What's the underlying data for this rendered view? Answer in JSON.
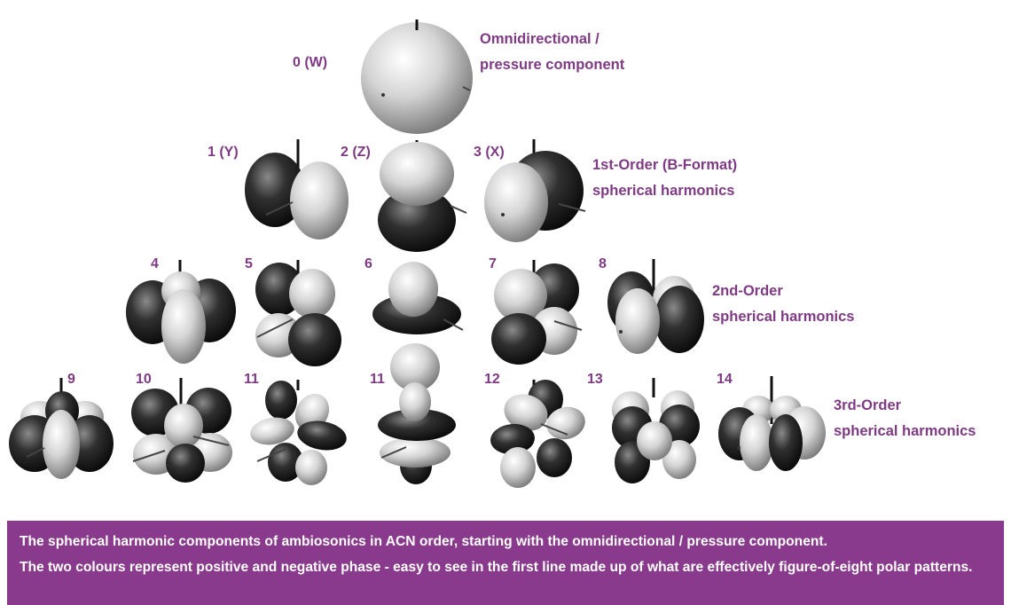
{
  "components": [
    {
      "label": "0 (W)",
      "order": 0
    },
    {
      "label": "1 (Y)",
      "order": 1
    },
    {
      "label": "2 (Z)",
      "order": 1
    },
    {
      "label": "3 (X)",
      "order": 1
    },
    {
      "label": "4",
      "order": 2
    },
    {
      "label": "5",
      "order": 2
    },
    {
      "label": "6",
      "order": 2
    },
    {
      "label": "7",
      "order": 2
    },
    {
      "label": "8",
      "order": 2
    },
    {
      "label": "9",
      "order": 3
    },
    {
      "label": "10",
      "order": 3
    },
    {
      "label": "11",
      "order": 3
    },
    {
      "label": "11",
      "order": 3
    },
    {
      "label": "12",
      "order": 3
    },
    {
      "label": "13",
      "order": 3
    },
    {
      "label": "14",
      "order": 3
    }
  ],
  "orders": [
    {
      "line1": "Omnidirectional /",
      "line2": "pressure component"
    },
    {
      "line1": "1st-Order (B-Format)",
      "line2": "spherical harmonics"
    },
    {
      "line1": "2nd-Order",
      "line2": "spherical harmonics"
    },
    {
      "line1": "3rd-Order",
      "line2": "spherical harmonics"
    }
  ],
  "caption": {
    "line1": "The spherical harmonic components of ambiosonics in ACN order, starting with the omnidirectional / pressure component.",
    "line2": "The two colours represent positive and negative phase - easy to see in the first line made up of what are effectively figure-of-eight polar patterns."
  },
  "colors": {
    "accent": "#7f3a84",
    "caption_bg": "#8a3a8c",
    "positive_lobe": "#d8d8d8",
    "negative_lobe": "#2a2a2a"
  }
}
